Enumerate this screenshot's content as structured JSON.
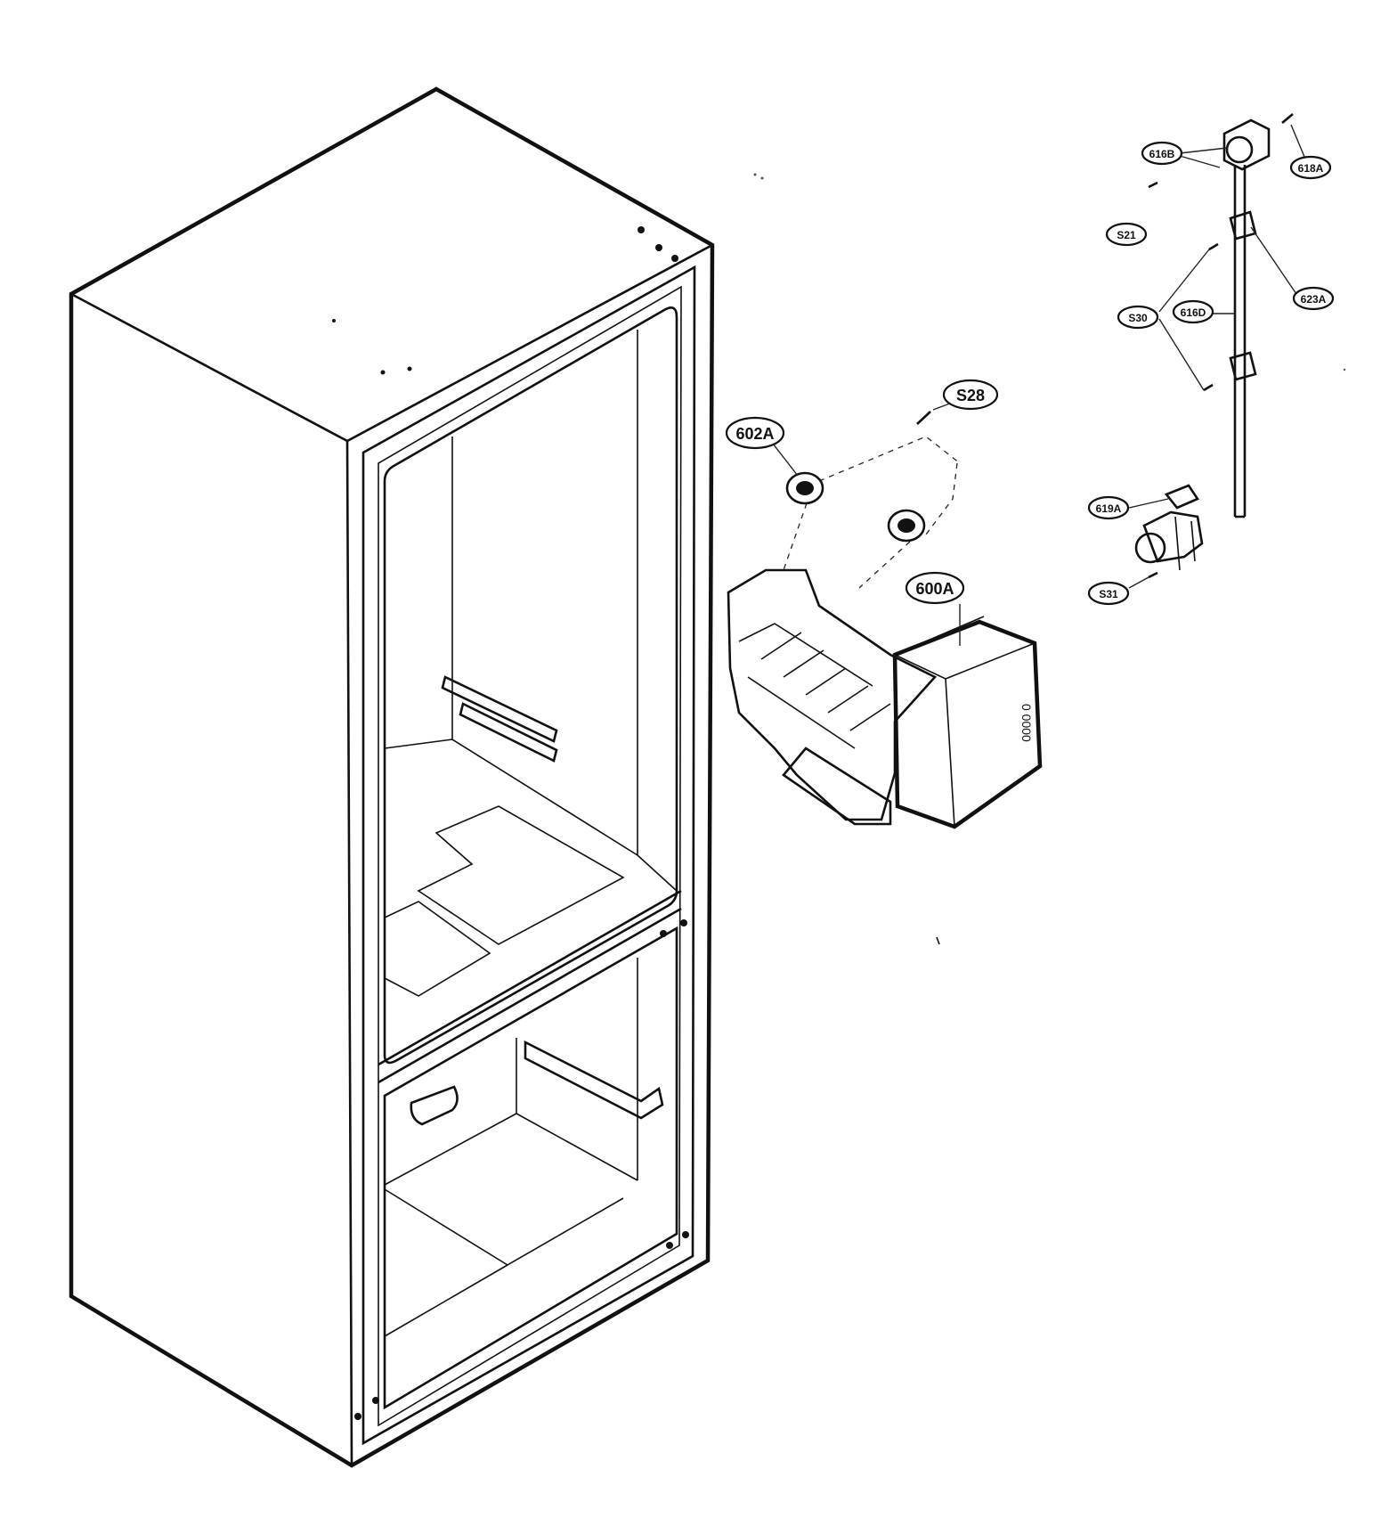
{
  "callouts": {
    "c616b": "616B",
    "c618a": "618A",
    "c321": "S21",
    "c623a": "623A",
    "c330": "S30",
    "c616d": "616D",
    "c328": "S28",
    "c602a": "602A",
    "c600a": "600A",
    "c619a": "619A",
    "c331": "S31"
  },
  "colors": {
    "line": "#111111",
    "background": "#ffffff"
  }
}
